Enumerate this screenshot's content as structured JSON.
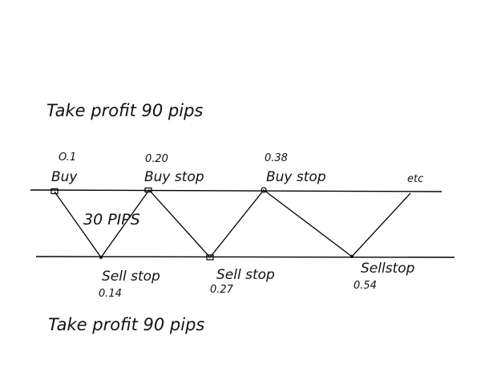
{
  "diagram": {
    "take_profit_top": "Take profit 90 pips",
    "take_profit_bottom": "Take profit 90 pips",
    "spacing_label": "30 PIPS",
    "etc_label": "etc",
    "orders": [
      {
        "label": "Buy",
        "lot": "O.1"
      },
      {
        "label": "Sell stop",
        "lot": "0.14"
      },
      {
        "label": "Buy stop",
        "lot": "0.20"
      },
      {
        "label": "Sell stop",
        "lot": "0.27"
      },
      {
        "label": "Buy stop",
        "lot": "0.38"
      },
      {
        "label": "Sellstop",
        "lot": "0.54"
      }
    ]
  },
  "colors": {
    "line": "#000000",
    "text": "#111111"
  }
}
